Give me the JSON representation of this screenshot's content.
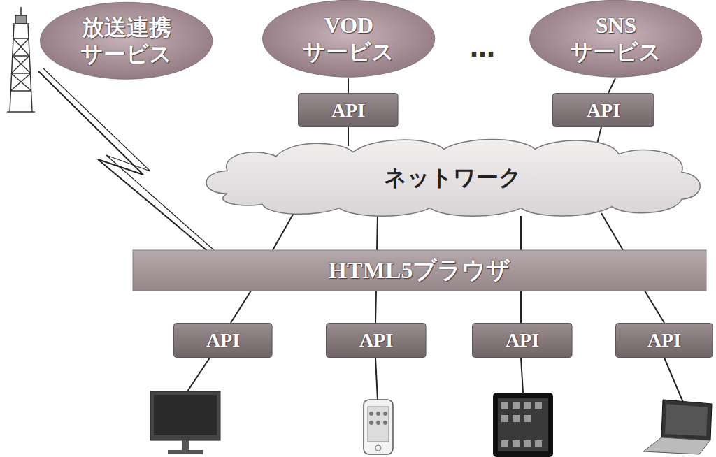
{
  "diagram": {
    "nodes": [
      {
        "text": [
          "放送連携 サービス"
        ]
      },
      {
        "text": [
          "VOD サービス"
        ]
      },
      {
        "text": [
          "SNS サービス"
        ]
      },
      {
        "text": [
          "API"
        ]
      },
      {
        "text": [
          "API"
        ]
      },
      {
        "text": [
          "ネットワーク"
        ]
      },
      {
        "text": [
          "HTML5ブラウザ"
        ]
      },
      {
        "text": [
          "API"
        ]
      },
      {
        "text": [
          "API"
        ]
      },
      {
        "text": [
          "API"
        ]
      },
      {
        "text": [
          "API"
        ]
      }
    ],
    "edges": [
      {
        "from": 1,
        "to": 3,
        "arrow": "none"
      },
      {
        "from": 3,
        "to": 5,
        "arrow": "none"
      },
      {
        "from": 2,
        "to": 4,
        "arrow": "none"
      },
      {
        "from": 4,
        "to": 5,
        "arrow": "none"
      },
      {
        "from": 5,
        "to": 6,
        "arrow": "none"
      },
      {
        "from": 5,
        "to": 6,
        "arrow": "none"
      },
      {
        "from": 5,
        "to": 6,
        "arrow": "none"
      },
      {
        "from": 5,
        "to": 6,
        "arrow": "none"
      },
      {
        "from": 6,
        "to": 7,
        "arrow": "none"
      },
      {
        "from": 6,
        "to": 8,
        "arrow": "none"
      },
      {
        "from": 6,
        "to": 9,
        "arrow": "none"
      },
      {
        "from": 6,
        "to": 10,
        "arrow": "none"
      }
    ],
    "labels": [
      "…"
    ]
  }
}
